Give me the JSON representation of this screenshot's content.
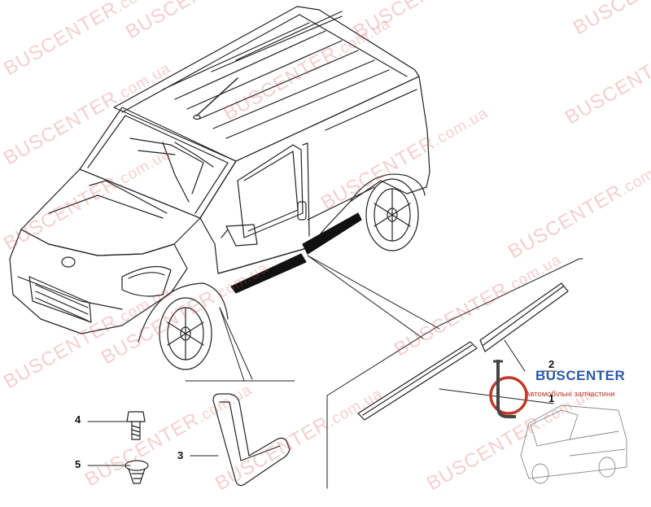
{
  "watermark": {
    "brand": "BUSCENTER",
    "domain": ".com.ua"
  },
  "callouts": {
    "c1": "1",
    "c2": "2",
    "c3": "3",
    "c4": "4",
    "c5": "5"
  },
  "logo": {
    "title": "BUSCENTER",
    "subtitle": "Автомобільні запчастини",
    "accent": "#c0392b",
    "brand_color": "#2a5aa8"
  }
}
